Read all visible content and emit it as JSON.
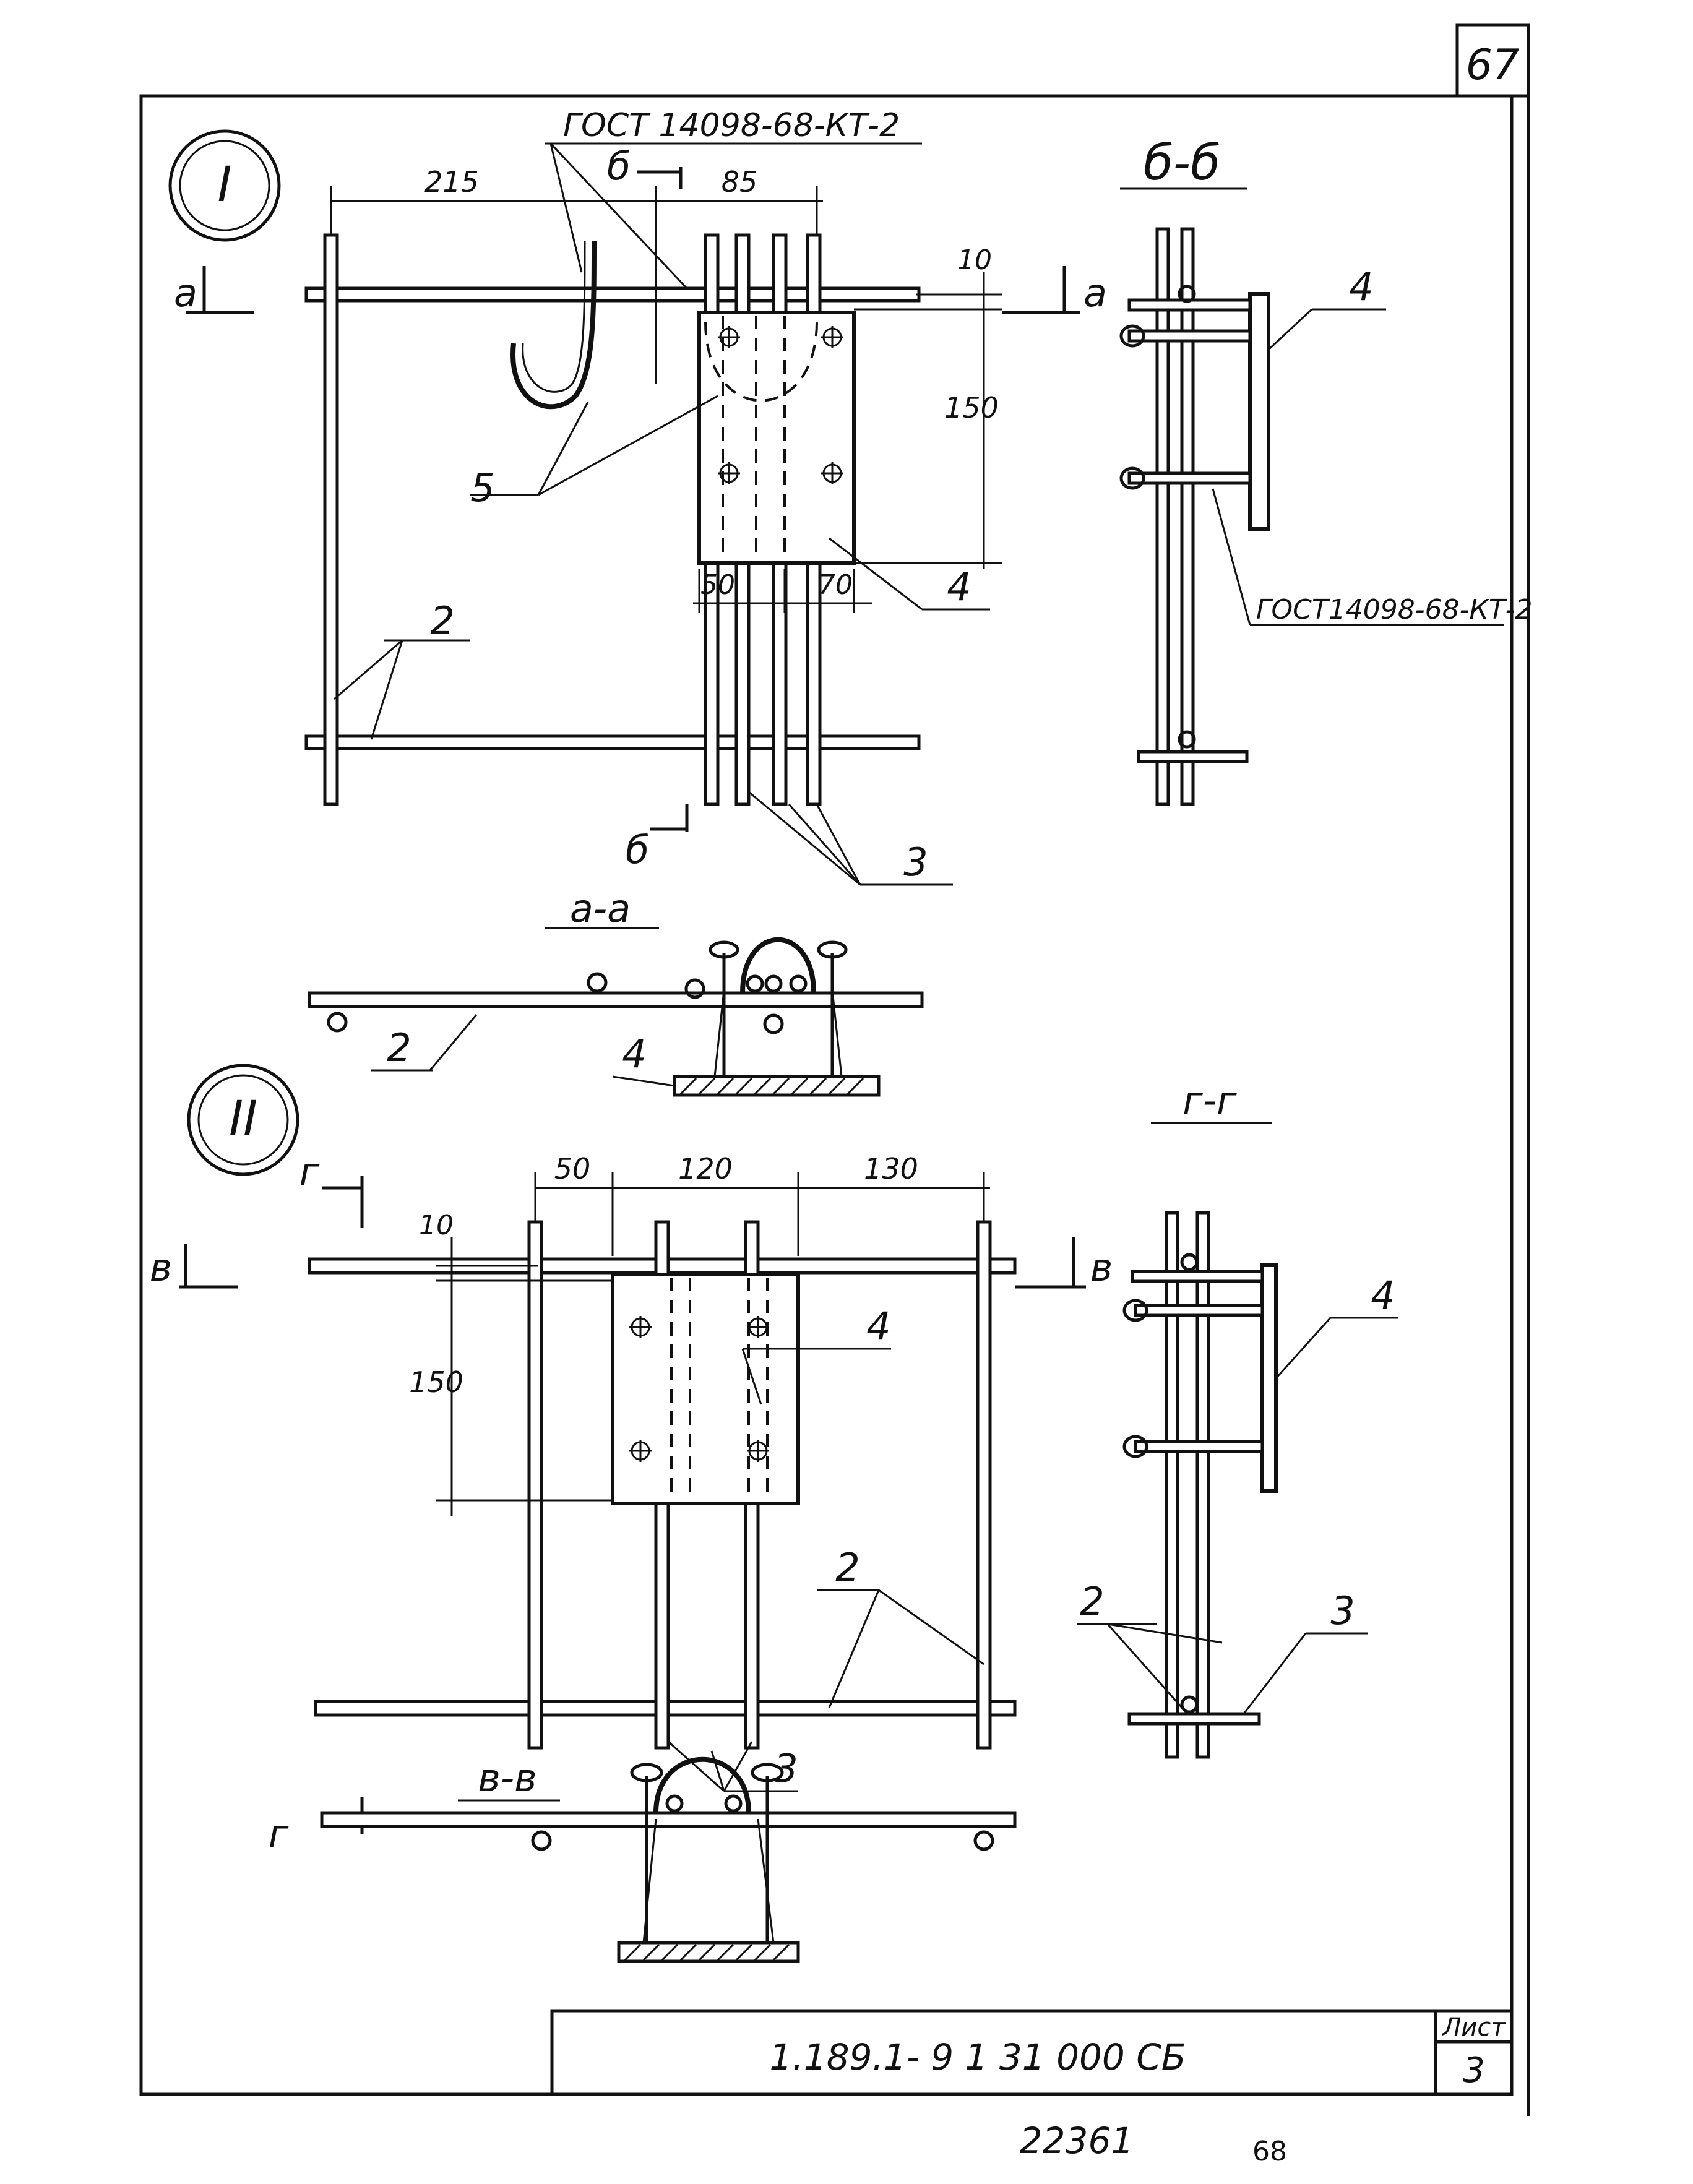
{
  "sheet": {
    "top_page_number": "67",
    "bottom_page_number": "68",
    "inventory_number": "22361"
  },
  "title_block": {
    "designation": "1.189.1- 9 1   31 000 СБ",
    "sheet_label": "Лист",
    "sheet_number": "3"
  },
  "node_I": {
    "marker": "I",
    "gost_label": "ГОСТ 14098-68-КТ-2",
    "section_marks": {
      "a_left": "а",
      "a_right": "а",
      "b_top": "б",
      "b_bottom": "б"
    },
    "dims": {
      "d215": "215",
      "d85": "85",
      "d10": "10",
      "d150": "150",
      "d50": "50",
      "d70": "70"
    },
    "callouts": {
      "c5": "5",
      "c2": "2",
      "c4": "4",
      "c3": "3"
    }
  },
  "section_bb": {
    "title": "б-б",
    "callout_4": "4",
    "gost_label": "ГОСТ14098-68-КТ-2"
  },
  "section_aa": {
    "title": "а-а",
    "callout_2": "2",
    "callout_4": "4"
  },
  "node_II": {
    "marker": "II",
    "section_marks": {
      "g_left_top": "г",
      "v_left": "в",
      "v_right": "в",
      "g_left_bottom": "г"
    },
    "dims": {
      "d50": "50",
      "d120": "120",
      "d130": "130",
      "d10": "10",
      "d150": "150"
    },
    "callouts": {
      "c4": "4",
      "c2": "2",
      "c3": "3"
    }
  },
  "section_gg": {
    "title": "г-г",
    "callout_4": "4",
    "callout_2": "2",
    "callout_3": "3"
  },
  "section_vv": {
    "title": "в-в"
  }
}
